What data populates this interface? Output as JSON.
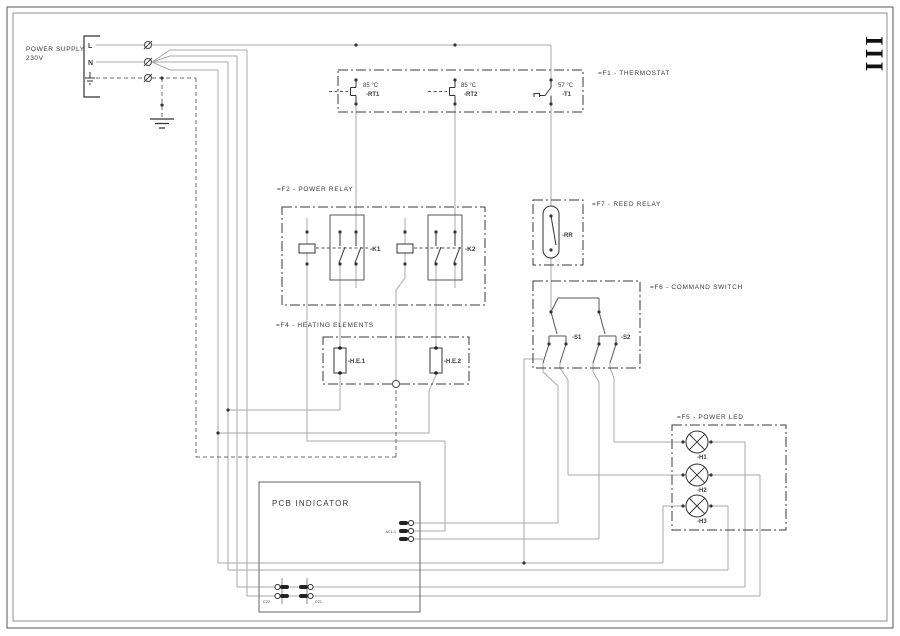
{
  "frame": {
    "sheet_marker": "III"
  },
  "power_supply": {
    "title": "POWER SUPPLY",
    "voltage": "230V",
    "terminal_l": "L",
    "terminal_n": "N"
  },
  "thermostat": {
    "label": "=F1 - THERMOSTAT",
    "switches": [
      {
        "temp": "85 °C",
        "name": "-RT1"
      },
      {
        "temp": "85 °C",
        "name": "-RT2"
      },
      {
        "temp": "57 °C",
        "name": "-T1"
      }
    ]
  },
  "power_relay": {
    "label": "=F2 - POWER RELAY",
    "relays": [
      {
        "name": "-K1"
      },
      {
        "name": "-K2"
      }
    ]
  },
  "reed_relay": {
    "label": "=F7 - REED RELAY",
    "name": "-RR"
  },
  "command_switch": {
    "label": "=F6 - COMMAND SWITCH",
    "switches": [
      {
        "name": "-S1"
      },
      {
        "name": "-S2"
      }
    ]
  },
  "heating_elements": {
    "label": "=F4 - HEATING ELEMENTS",
    "elements": [
      {
        "name": "-H.E.1"
      },
      {
        "name": "-H.E.2"
      }
    ]
  },
  "power_led": {
    "label": "=F5 - POWER LED",
    "leds": [
      {
        "name": "-H1"
      },
      {
        "name": "-H2"
      },
      {
        "name": "-H3"
      }
    ]
  },
  "pcb": {
    "title": "PCB INDICATOR",
    "connector_label": "ACL.1",
    "cap_left": "C22",
    "cap_right": "C21"
  },
  "colors": {
    "wire": "#a9a9a9",
    "component": "#333333",
    "ground_dash": "#6b6b6b"
  }
}
